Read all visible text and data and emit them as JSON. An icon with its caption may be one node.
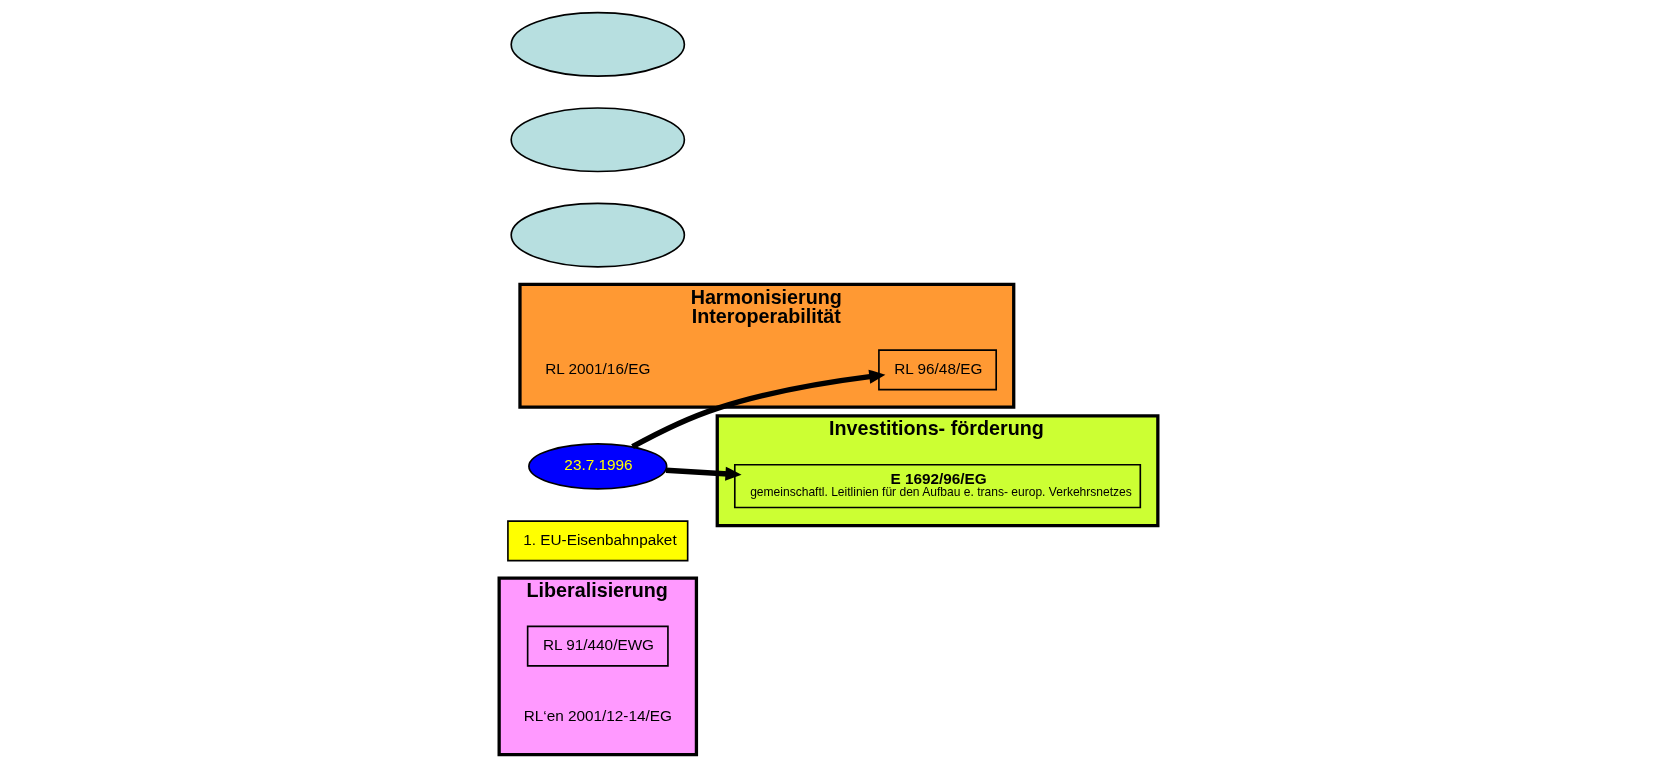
{
  "diagram": {
    "nodes": [
      {
        "text": [
          "Liberalisierung"
        ]
      },
      {
        "text": [
          "RL 91/440/EWG"
        ],
        "in": 0
      },
      {
        "text": [
          "1. EU-Eisenbahnpaket"
        ]
      },
      {
        "text": [
          "Harmonisierung",
          "Interoperabilität"
        ]
      },
      {
        "text": [
          "RL 96/48/EG"
        ],
        "in": 3
      },
      {
        "text": [
          "23.7.1996"
        ]
      },
      {
        "text": [
          "Investitions- förderung"
        ]
      },
      {
        "text": [
          "E 1692/96/EG",
          "gemeinschaftl. Leitlinien für den Aufbau e. trans- europ. Verkehrsnetzes"
        ],
        "in": 6
      },
      {
        "text": [],
        "shape": "cloud"
      },
      {
        "text": [],
        "shape": "cloud"
      },
      {
        "text": [],
        "shape": "cloud"
      }
    ],
    "edges": [
      {
        "from": 5,
        "to": 4,
        "arrow": "to"
      },
      {
        "from": 5,
        "to": 7,
        "arrow": "to"
      }
    ],
    "labels": [
      "RL‘en 2001/12-14/EG",
      "RL 2001/16/EG"
    ]
  }
}
